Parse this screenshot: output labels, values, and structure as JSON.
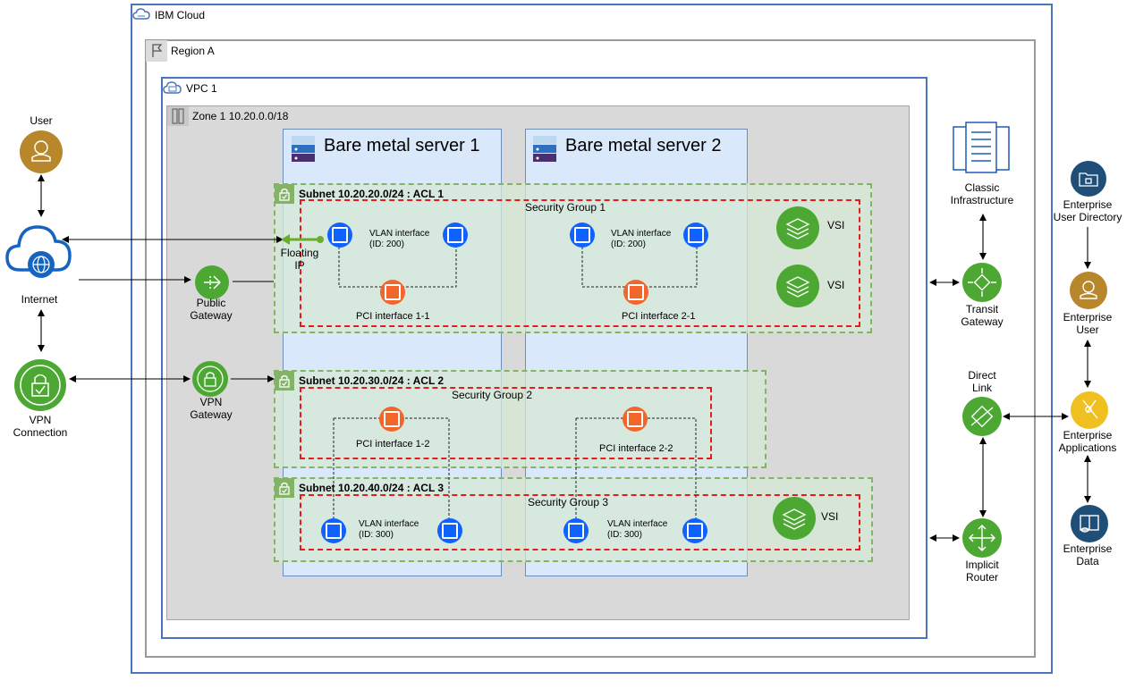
{
  "ibm_cloud": {
    "label": "IBM Cloud"
  },
  "region": {
    "label": "Region A"
  },
  "vpc": {
    "label": "VPC 1"
  },
  "zone": {
    "label": "Zone 1  10.20.0.0/18"
  },
  "servers": [
    {
      "label": "Bare metal server 1"
    },
    {
      "label": "Bare metal server 2"
    }
  ],
  "subnets": [
    {
      "label": "Subnet 10.20.20.0/24 : ACL 1",
      "security_group": "Security Group 1"
    },
    {
      "label": "Subnet 10.20.30.0/24 : ACL 2",
      "security_group": "Security Group 2"
    },
    {
      "label": "Subnet 10.20.40.0/24 : ACL 3",
      "security_group": "Security Group 3"
    }
  ],
  "interfaces": {
    "vlan_200": "VLAN interface\n(ID: 200)",
    "vlan_300": "VLAN interface\n(ID: 300)",
    "pci_1_1": "PCI interface 1-1",
    "pci_2_1": "PCI interface 2-1",
    "pci_1_2": "PCI interface 1-2",
    "pci_2_2": "PCI interface 2-2"
  },
  "vsi_label": "VSI",
  "floating_ip": "Floating\nIP",
  "left_nodes": {
    "user": "User",
    "internet": "Internet",
    "vpn_connection": "VPN\nConnection",
    "public_gateway": "Public\nGateway",
    "vpn_gateway": "VPN\nGateway"
  },
  "right_nodes": {
    "classic": "Classic\nInfrastructure",
    "transit": "Transit\nGateway",
    "direct_link": "Direct\nLink",
    "implicit_router": "Implicit\nRouter",
    "enterprise_directory": "Enterprise\nUser Directory",
    "enterprise_user": "Enterprise\nUser",
    "enterprise_apps": "Enterprise\nApplications",
    "enterprise_data": "Enterprise\nData"
  },
  "colors": {
    "ibm_blue": "#4a74bc",
    "zone_gray": "#d9d9d9",
    "server_fill": "#dae8fc",
    "subnet_green": "#82b366",
    "sg_red": "#e51c1c",
    "vlan_blue": "#0f62fe",
    "pci_orange": "#f2652b",
    "green_icon": "#4ca832",
    "user_gold": "#b8862b",
    "dark_navy": "#1f4e79"
  }
}
